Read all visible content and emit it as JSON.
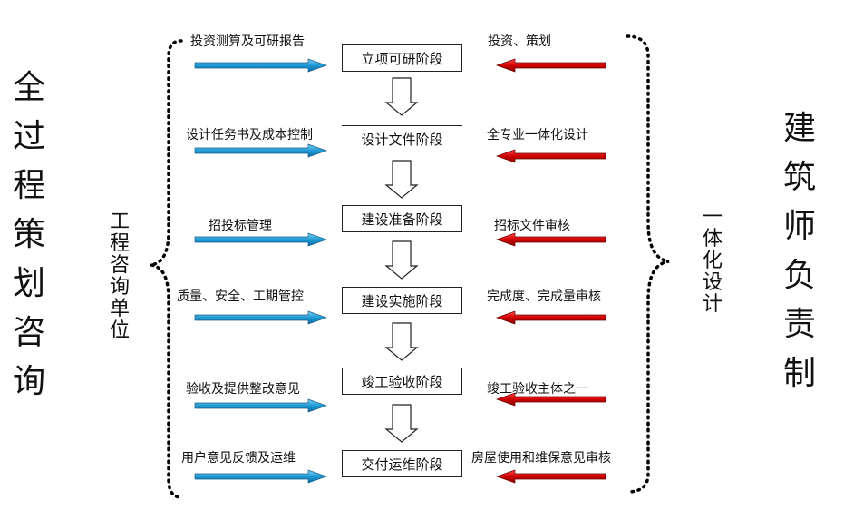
{
  "left_side_title": [
    "全",
    "过",
    "程",
    "策",
    "划",
    "咨",
    "询"
  ],
  "right_side_title": [
    "建",
    "筑",
    "师",
    "负",
    "责",
    "制"
  ],
  "left_vertical_label": [
    "工",
    "程",
    "咨",
    "询",
    "单",
    "位"
  ],
  "right_vertical_label": [
    "一",
    "体",
    "化",
    "设",
    "计"
  ],
  "stages": [
    "立项可研阶段",
    "设计文件阶段",
    "建设准备阶段",
    "建设实施阶段",
    "竣工验收阶段",
    "交付运维阶段"
  ],
  "left_notes": [
    "投资测算及可研报告",
    "设计任务书及成本控制",
    "招投标管理",
    "质量、安全、工期管控",
    "验收及提供整改意见",
    "用户意见反馈及运维"
  ],
  "right_notes": [
    "投资、策划",
    "全专业一体化设计",
    "招标文件审核",
    "完成度、完成量审核",
    "竣工验收主体之一",
    "房屋使用和维保意见审核"
  ],
  "colors": {
    "left_arrow": "#2aa6dc",
    "right_arrow": "#d40000"
  }
}
